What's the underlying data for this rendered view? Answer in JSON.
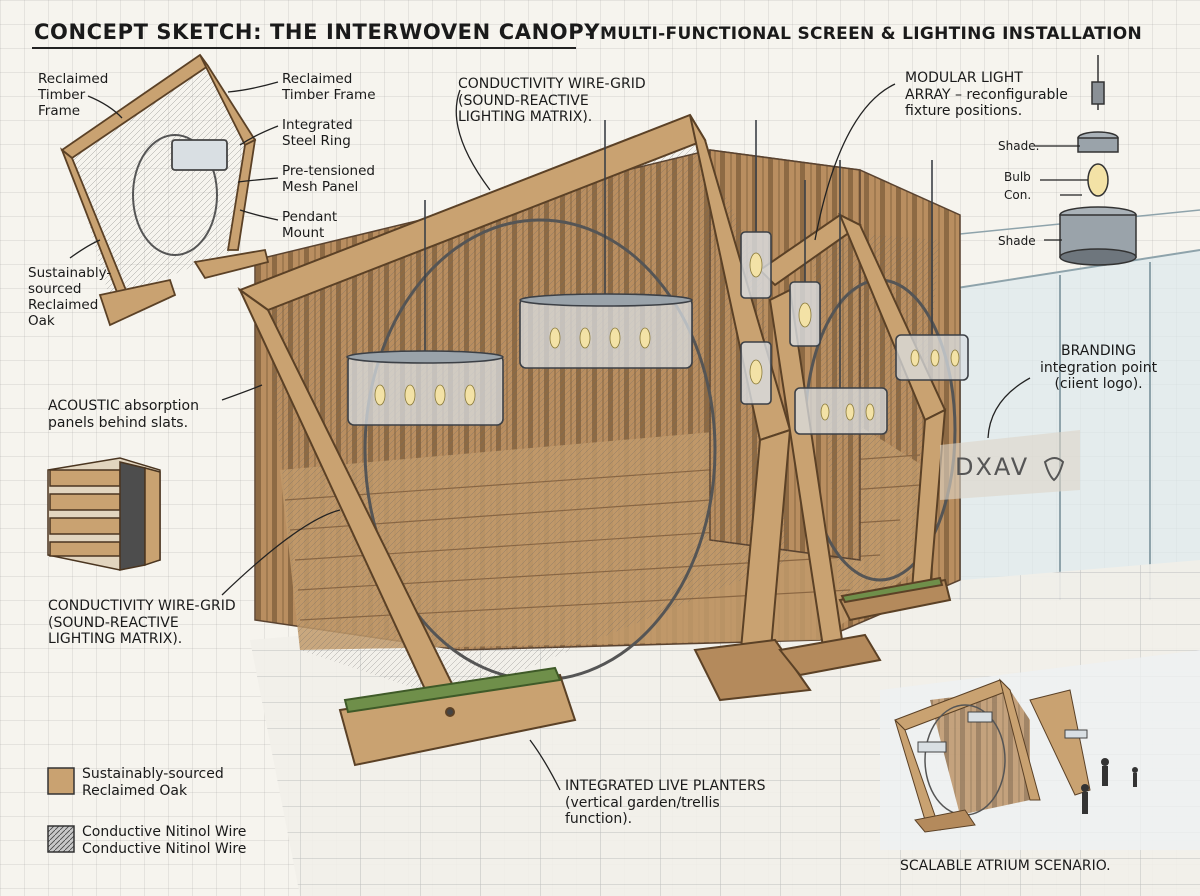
{
  "title": {
    "main": "CONCEPT SKETCH: THE INTERWOVEN CANOPY",
    "subtitle": "– MULTI-FUNCTIONAL SCREEN & LIGHTING INSTALLATION"
  },
  "thumbnail_callouts": {
    "reclaimed_left": "Reclaimed\nTimber\nFrame",
    "reclaimed_right": "Reclaimed\nTimber Frame",
    "steel_ring": "Integrated\nSteel Ring",
    "mesh_panel": "Pre-tensioned\nMesh Panel",
    "pendant_mount": "Pendant\nMount",
    "oak": "Sustainably-\nsourced\nReclaimed\nOak"
  },
  "callouts": {
    "wire_grid_top": "CONDUCTIVITY WIRE-GRID\n(SOUND-REACTIVE\nLIGHTING MATRIX).",
    "modular_light": "MODULAR LIGHT\nARRAY – reconfigurable\nfixture positions.",
    "acoustic": "ACOUSTIC absorption\npanels behind slats.",
    "wire_grid_left": "CONDUCTIVITY WIRE-GRID\n(SOUND-REACTIVE\nLIGHTING MATRIX).",
    "branding": "BRANDING\nintegration point\n(ciient logo).",
    "planters": "INTEGRATED LIVE PLANTERS\n(vertical garden/trellis\nfunction).",
    "scalable": "SCALABLE ATRIUM SCENARIO."
  },
  "fixture_parts": {
    "shade_top": "Shade.",
    "bulb": "Bulb",
    "con": "Con.",
    "shade_bottom": "Shade"
  },
  "logo_text": "DXAV",
  "legend": [
    {
      "label": "Sustainably-sourced\nReclaimed Oak",
      "color": "#c9a271"
    },
    {
      "label": "Conductive Nitinol Wire\nConductive Nitinol Wire",
      "color": "#9a9a9a"
    }
  ],
  "colors": {
    "oak": "#c9a271",
    "oak_dark": "#9b7546",
    "steel": "#5a6068",
    "wire": "#8a8a8a",
    "glass": "#cfdde3",
    "bulb_glow": "#f3e2a6",
    "plant": "#6f8f4a"
  }
}
